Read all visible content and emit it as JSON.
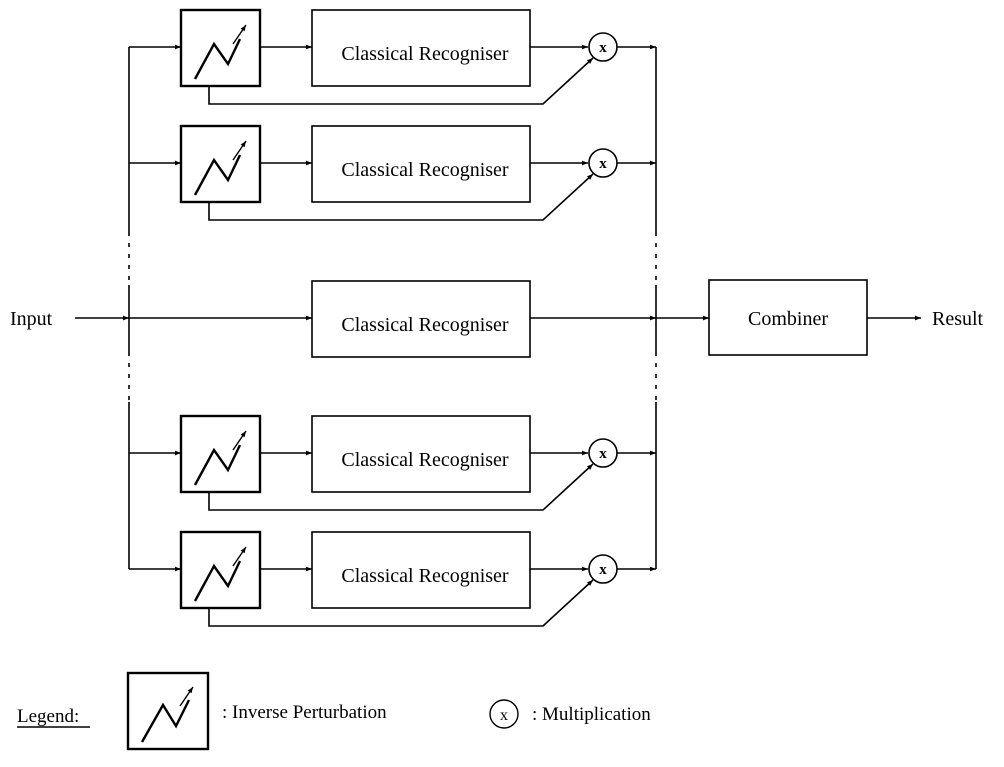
{
  "diagram": {
    "input_label": "Input",
    "result_label": "Result",
    "combiner_label": "Combiner",
    "recogniser_label": "Classical Recogniser",
    "multiply_symbol": "x",
    "perturbation_icon": "zigzag-arrow-icon",
    "branches": [
      {
        "label": "Classical Recogniser",
        "perturbed": true
      },
      {
        "label": "Classical Recogniser",
        "perturbed": true
      },
      {
        "label": "Classical Recogniser",
        "perturbed": false
      },
      {
        "label": "Classical Recogniser",
        "perturbed": true
      },
      {
        "label": "Classical Recogniser",
        "perturbed": true
      }
    ]
  },
  "legend": {
    "title": "Legend:",
    "perturbation_text": ": Inverse Perturbation",
    "multiplication_symbol": "x",
    "multiplication_text": ": Multiplication"
  }
}
